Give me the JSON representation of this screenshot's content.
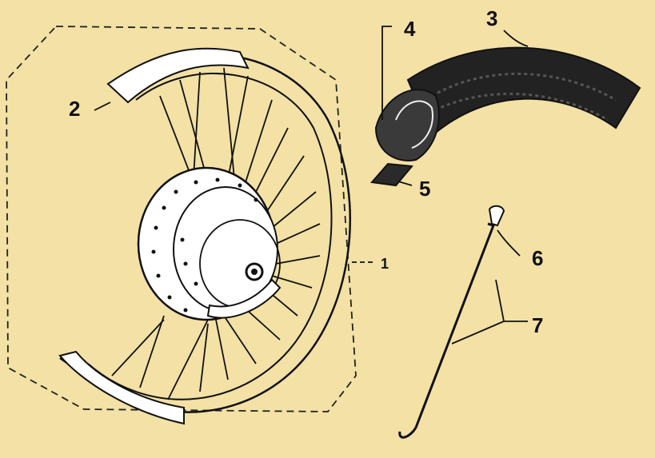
{
  "diagram": {
    "callouts": [
      {
        "id": "1",
        "text": "1",
        "part": "wheel-assembly"
      },
      {
        "id": "2",
        "text": "2",
        "part": "rim"
      },
      {
        "id": "3",
        "text": "3",
        "part": "tyre"
      },
      {
        "id": "4",
        "text": "4",
        "part": "inner-tube"
      },
      {
        "id": "5",
        "text": "5",
        "part": "rim-tape"
      },
      {
        "id": "6",
        "text": "6",
        "part": "spoke-nipple"
      },
      {
        "id": "7",
        "text": "7",
        "part": "spoke"
      }
    ]
  },
  "colors": {
    "background": "#f3e1a5",
    "ink": "#111111",
    "paper": "#ffffff"
  }
}
